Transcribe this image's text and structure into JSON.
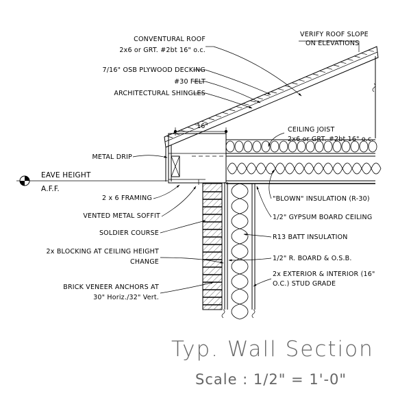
{
  "labels": {
    "roof_1": "CONVENTURAL ROOF",
    "roof_2": "2x6 or GRT. #2bt 16\" o.c.",
    "decking": "7/16\" OSB PLYWOOD DECKING",
    "felt": "#30 FELT",
    "shingles": "ARCHITECTURAL SHINGLES",
    "verify_1": "VERIFY ROOF SLOPE",
    "verify_2": "ON ELEVATIONS",
    "dim_16": "16\"",
    "joist_1": "CEILING JOIST",
    "joist_2": "2x6 or GRT. #2bt 16\" o.c.",
    "metal_drip": "METAL DRIP",
    "eave_height": "EAVE HEIGHT",
    "aff": "A.F.F.",
    "framing": "2 x 6 FRAMING",
    "soffit": "VENTED METAL SOFFIT",
    "soldier": "SOLDIER COURSE",
    "blocking_1": "2x BLOCKING AT CEILING HEIGHT",
    "blocking_2": "CHANGE",
    "anchors_1": "BRICK VENEER ANCHORS AT",
    "anchors_2": "30\" Horiz./32\" Vert.",
    "blown": "\"BLOWN\" INSULATION (R-30)",
    "gypsum": "1/2\" GYPSUM BOARD CEILING",
    "batt": "R13 BATT INSULATION",
    "rboard": "1/2\" R. BOARD & O.S.B.",
    "stud_1": "2x EXTERIOR & INTERIOR (16\"",
    "stud_2": "O.C.) STUD GRADE"
  },
  "title": "Typ. Wall Section",
  "scale": "Scale : 1/2\" = 1'-0\""
}
